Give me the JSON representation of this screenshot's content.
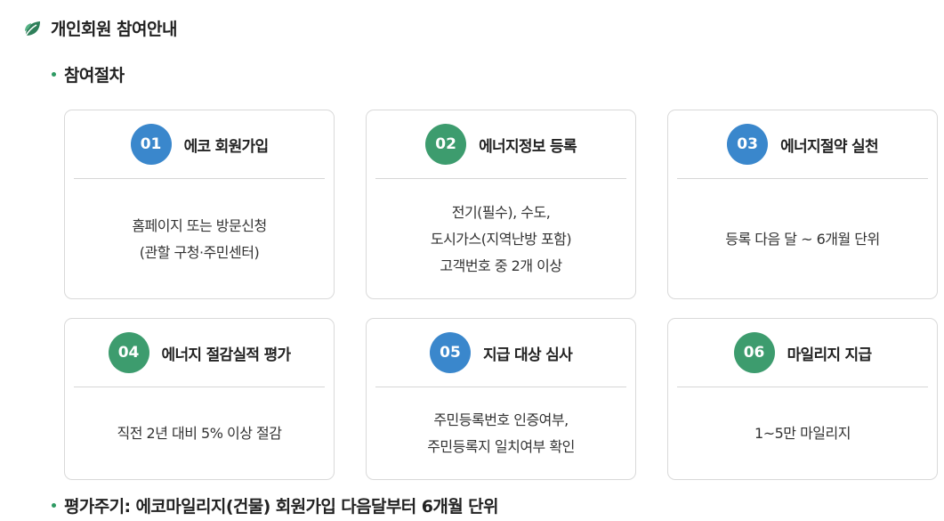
{
  "heading": {
    "icon": "leaf-icon",
    "title": "개인회원 참여안내"
  },
  "procedure": {
    "label": "참여절차"
  },
  "steps": [
    {
      "num": "01",
      "title": "에코 회원가입",
      "color": "#3a87cc",
      "lines": [
        "홈페이지 또는 방문신청",
        "(관할 구청·주민센터)"
      ]
    },
    {
      "num": "02",
      "title": "에너지정보 등록",
      "color": "#3d9c6e",
      "lines": [
        "전기(필수), 수도,",
        "도시가스(지역난방 포함)",
        "고객번호 중 2개 이상"
      ]
    },
    {
      "num": "03",
      "title": "에너지절약 실천",
      "color": "#3a87cc",
      "lines": [
        "등록 다음 달 ~ 6개월 단위"
      ]
    },
    {
      "num": "04",
      "title": "에너지 절감실적 평가",
      "color": "#3d9c6e",
      "lines": [
        "직전 2년 대비 5% 이상 절감"
      ]
    },
    {
      "num": "05",
      "title": "지급 대상 심사",
      "color": "#3a87cc",
      "lines": [
        "주민등록번호 인증여부,",
        "주민등록지 일치여부 확인"
      ]
    },
    {
      "num": "06",
      "title": "마일리지 지급",
      "color": "#3d9c6e",
      "lines": [
        "1~5만 마일리지"
      ]
    }
  ],
  "cycle": {
    "label": "평가주기: 에코마일리지(건물) 회원가입 다음달부터 6개월 단위"
  },
  "colors": {
    "accent_green": "#2e9a63",
    "blue": "#3a87cc",
    "green": "#3d9c6e"
  }
}
